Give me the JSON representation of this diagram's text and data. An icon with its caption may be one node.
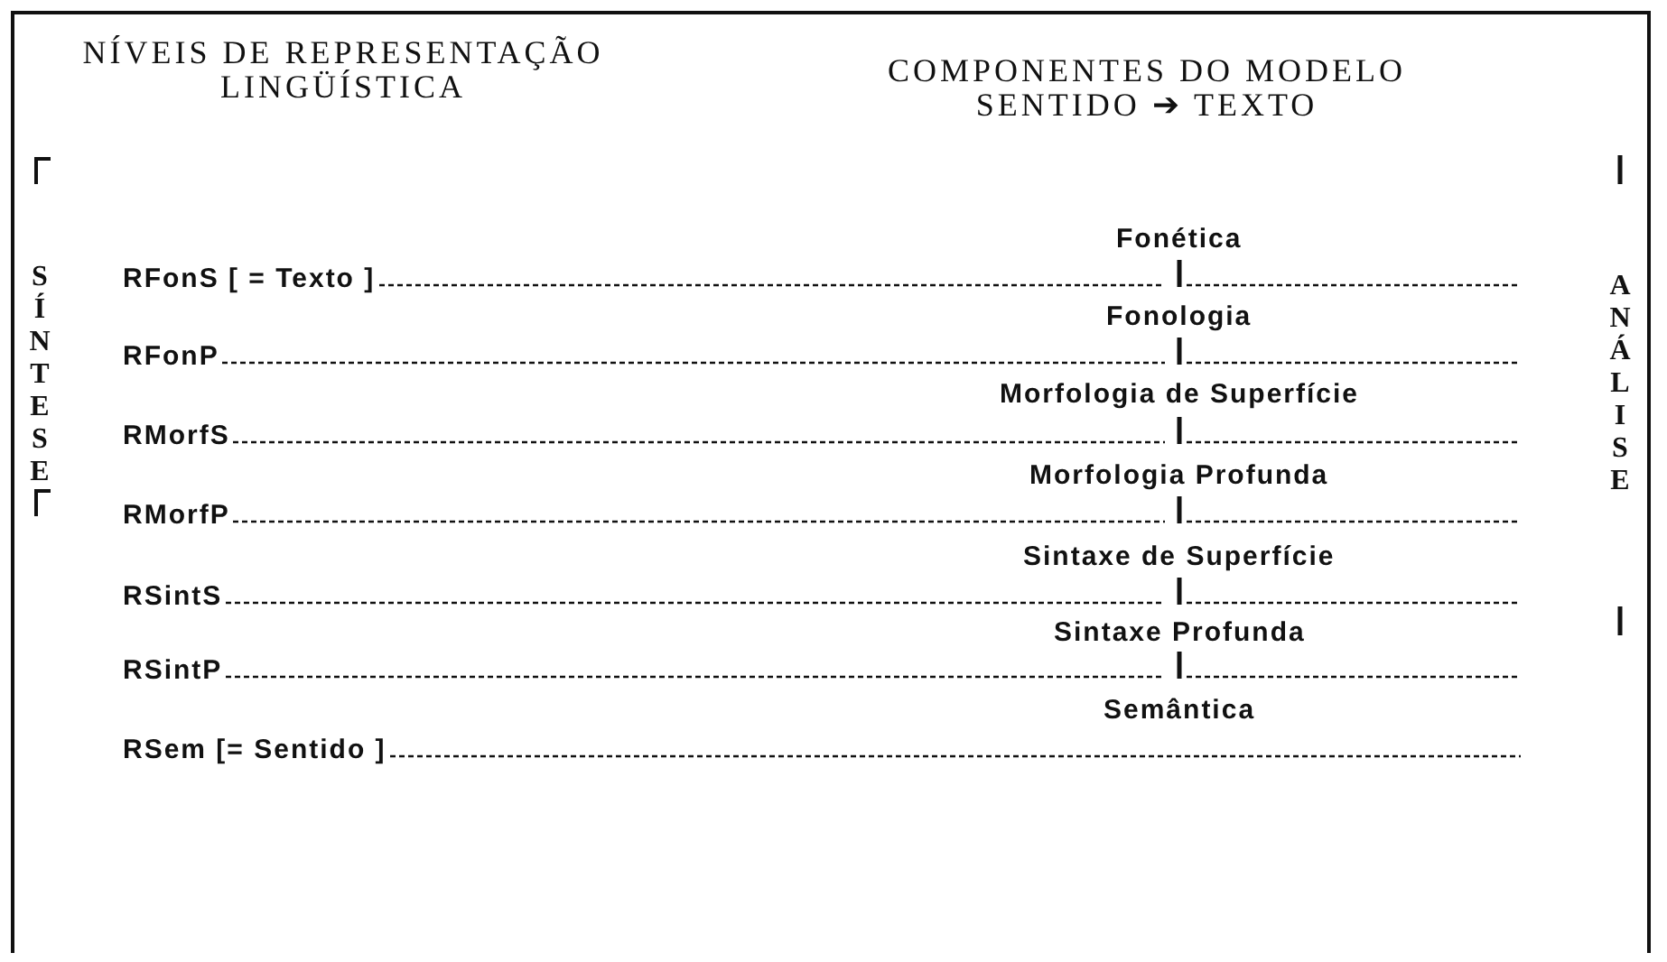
{
  "diagram": {
    "labels": [
      "NÍVEIS DE REPRESENTAÇÃO LINGÜÍSTICA",
      "COMPONENTES DO MODELO SENTIDO ➔ TEXTO",
      "SÍNTESE",
      "Fonética",
      "RFonS [ = Texto ]",
      "Fonologia",
      "RFonP",
      "Morfologia de Superfície",
      "RMorfS",
      "Morfologia Profunda",
      "RMorfP",
      "Sintaxe de Superfície",
      "RSintS",
      "Sintaxe Profunda",
      "RSintP",
      "Semântica",
      "RSem [= Sentido ]",
      "ANÁLISE"
    ]
  }
}
